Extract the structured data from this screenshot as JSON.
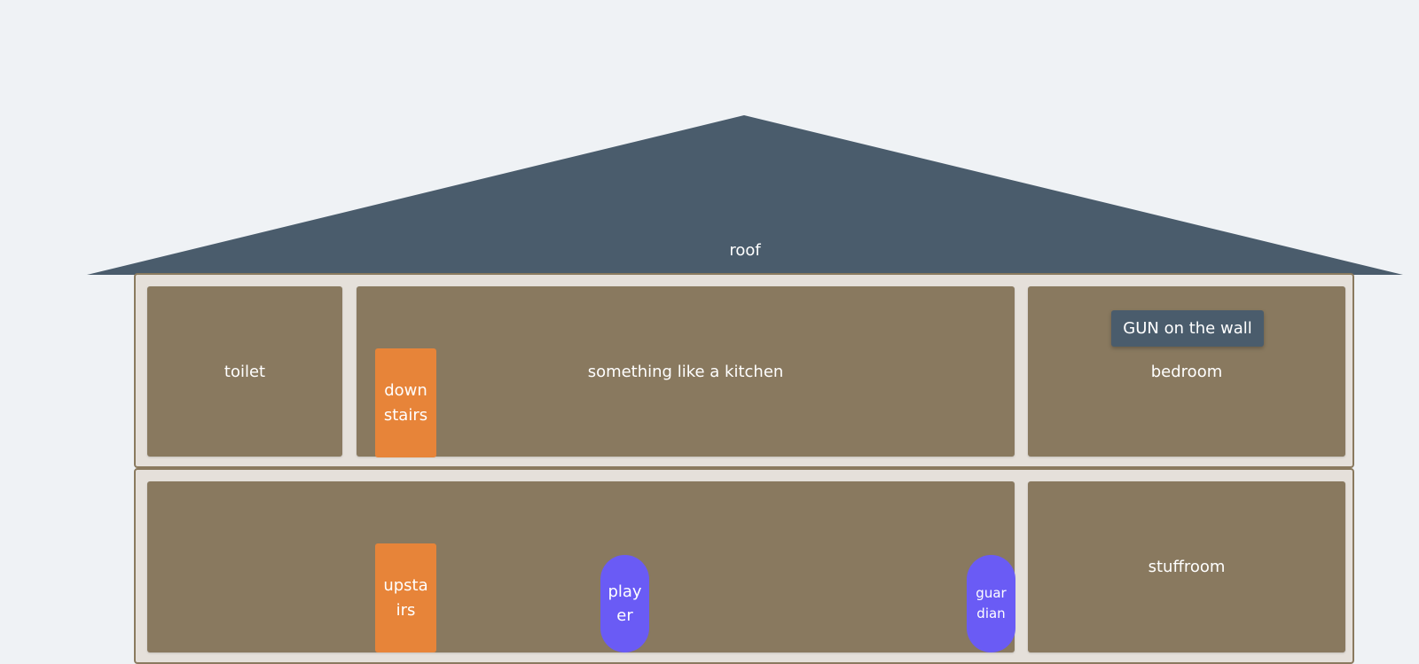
{
  "roof": {
    "label": "roof",
    "color": "#4a5c6c"
  },
  "floors": {
    "top": {
      "rooms": {
        "toilet": "toilet",
        "kitchen": "something like a kitchen",
        "bedroom": "bedroom"
      },
      "stairs_label": "downstairs",
      "item_label": "GUN on the wall"
    },
    "bottom": {
      "rooms": {
        "hall": "",
        "stuffroom": "stuffroom"
      },
      "stairs_label": "upstairs",
      "player_label": "player",
      "guardian_label": "guardian"
    }
  },
  "colors": {
    "background": "#eff2f5",
    "wall": "#e5e0da",
    "room": "#89795f",
    "stairs": "#e78439",
    "character": "#6a5bf5",
    "item": "#4a5c6c"
  }
}
